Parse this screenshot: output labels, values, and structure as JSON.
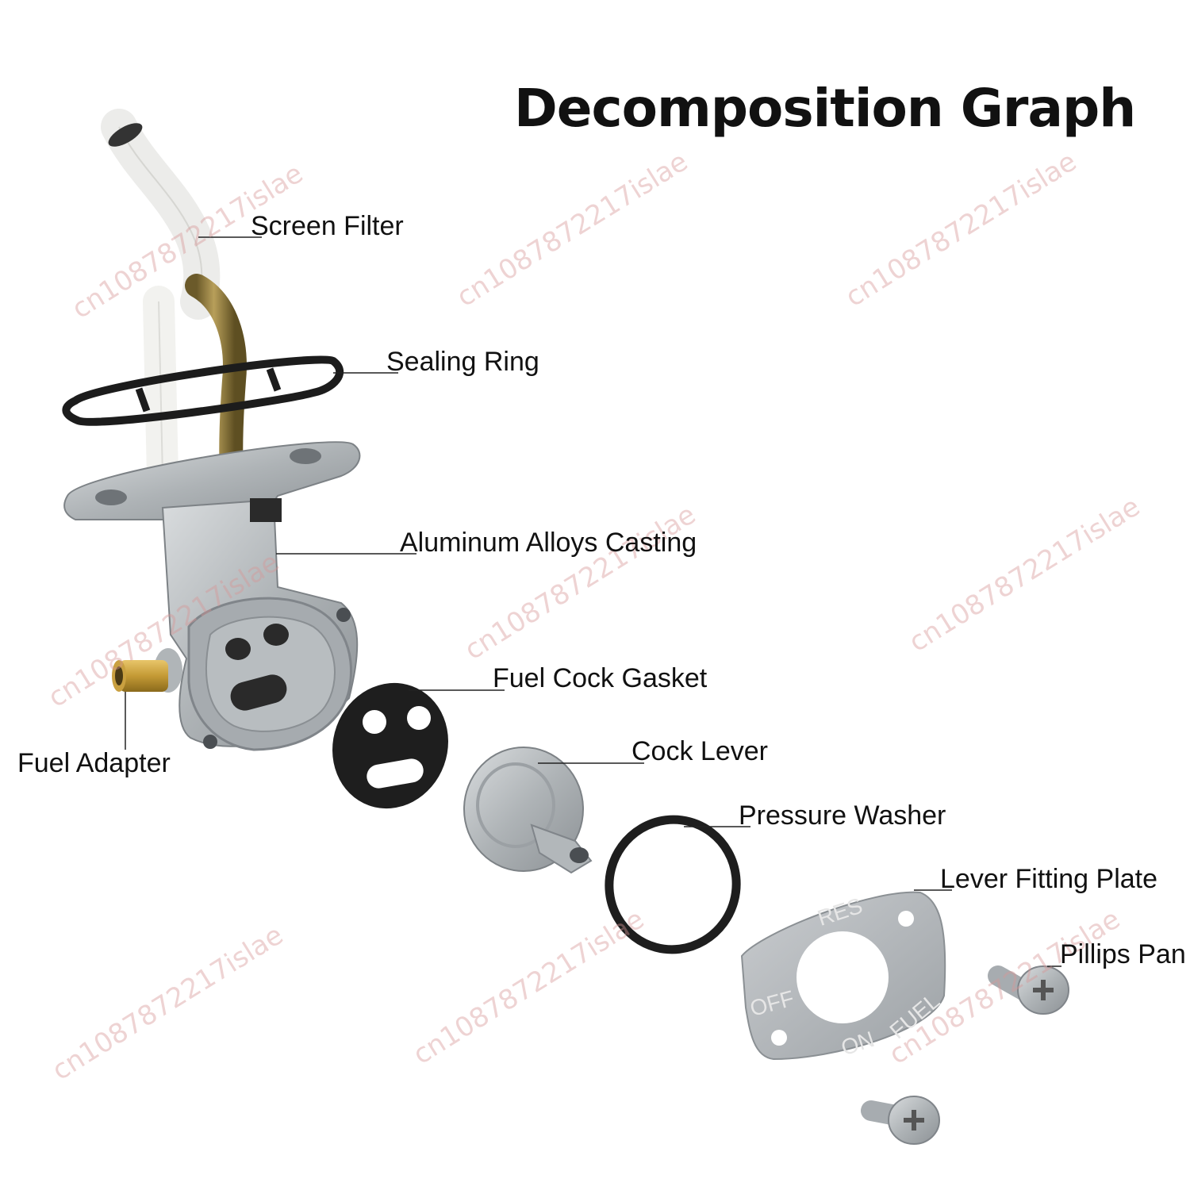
{
  "title": "Decomposition Graph",
  "labels": {
    "screen_filter": "Screen Filter",
    "sealing_ring": "Sealing Ring",
    "casting": "Aluminum Alloys Casting",
    "fuel_adapter": "Fuel Adapter",
    "gasket": "Fuel Cock Gasket",
    "cock_lever": "Cock Lever",
    "pressure_washer": "Pressure Washer",
    "lever_plate": "Lever Fitting Plate",
    "pillips_pan": "Pillips Pan"
  },
  "plate_markings": {
    "res": "RES",
    "off": "OFF",
    "on": "ON",
    "fuel": "FUEL"
  },
  "watermark": "cn1087872217islae",
  "colors": {
    "metal": "#b4b9bc",
    "rubber": "#1c1c1c",
    "brass": "#8c7a40",
    "tube": "#f3f3f1"
  }
}
